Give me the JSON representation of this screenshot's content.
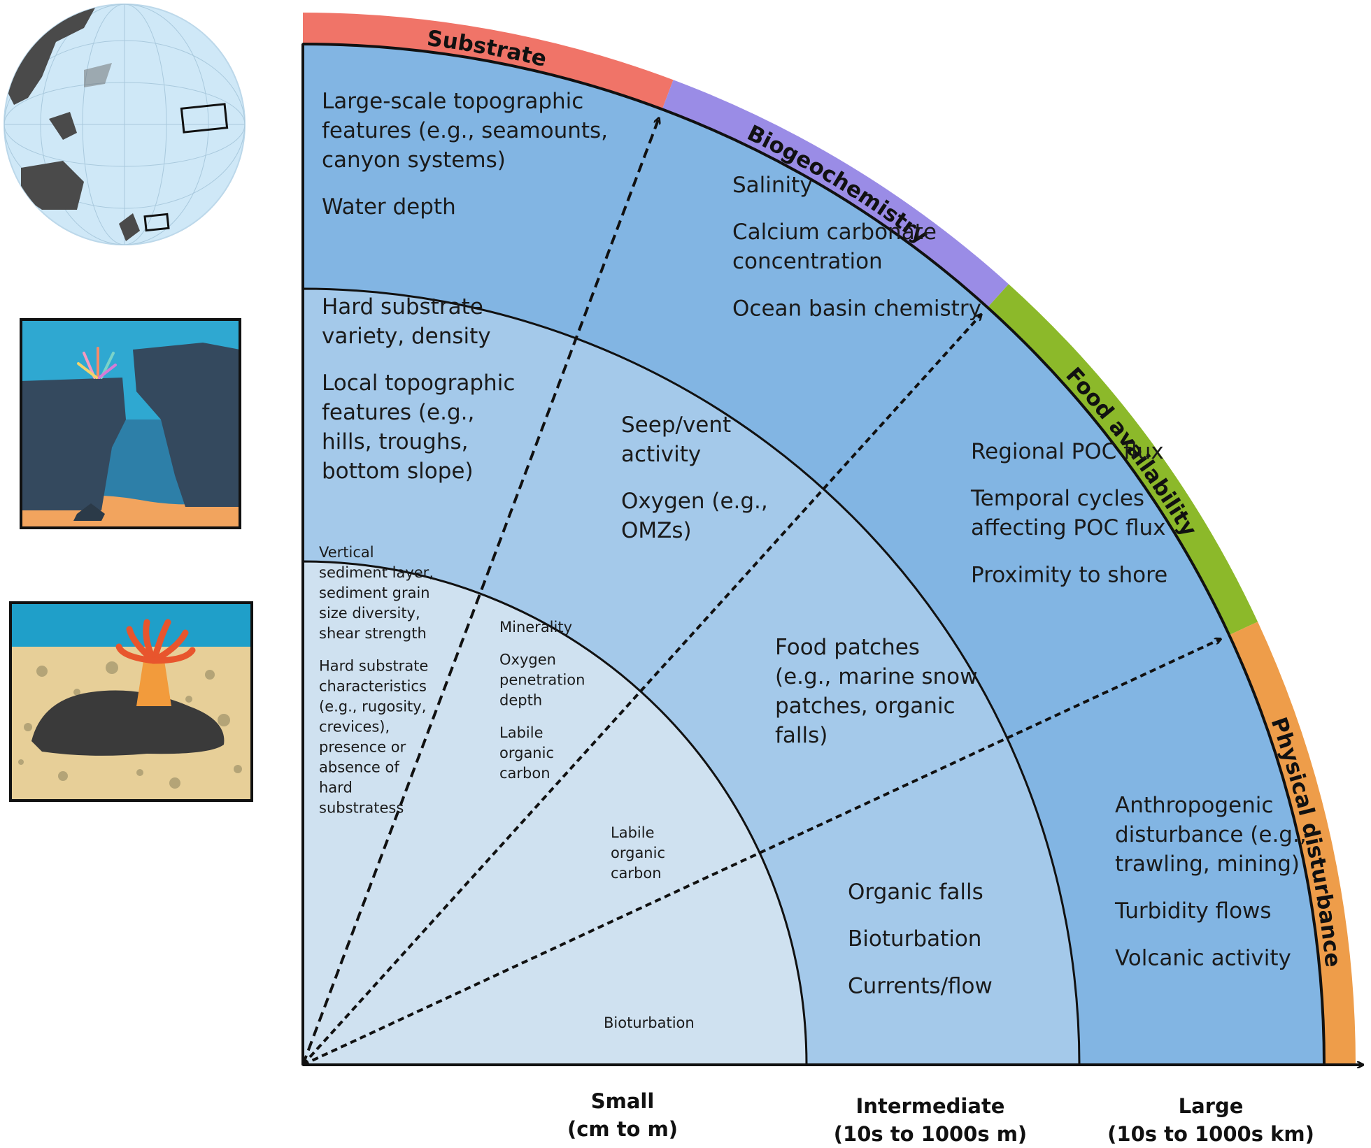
{
  "colors": {
    "large_band": "#82b5e3",
    "mid_band": "#a4c9ea",
    "small_band": "#cfe1f0",
    "substrate": "#f07468",
    "biogeochemistry": "#9a8ce6",
    "food_availability": "#8cb92a",
    "physical_disturbance": "#ee9d4a"
  },
  "bands": {
    "substrate": "Substrate",
    "biogeochemistry": "Biogeochemistry",
    "food": "Food availability",
    "physical": "Physical disturbance"
  },
  "axis": {
    "small": [
      "Small",
      "(cm to m)"
    ],
    "intermediate": [
      "Intermediate",
      "(10s to 1000s m)"
    ],
    "large": [
      "Large",
      "(10s to 1000s km)"
    ]
  },
  "cells": {
    "large_substrate": [
      "Large-scale topographic",
      "features (e.g., seamounts,",
      "canyon systems)",
      "",
      "Water depth"
    ],
    "large_biogeo": [
      "Salinity",
      "",
      "Calcium carbonate",
      "concentration",
      "",
      "Ocean basin chemistry"
    ],
    "large_food": [
      "Regional POC flux",
      "",
      "Temporal cycles",
      "affecting POC flux",
      "",
      "Proximity to shore"
    ],
    "large_phys": [
      "Anthropogenic",
      "disturbance (e.g.,",
      "trawling, mining)",
      "",
      "Turbidity flows",
      "",
      "Volcanic activity"
    ],
    "mid_substrate": [
      "Hard substrate",
      "variety, density",
      "",
      "Local topographic",
      "features (e.g.,",
      "hills, troughs,",
      "bottom slope)"
    ],
    "mid_biogeo": [
      "Seep/vent",
      "activity",
      "",
      "Oxygen (e.g.,",
      "OMZs)"
    ],
    "mid_food": [
      "Food patches",
      "(e.g., marine snow",
      "patches, organic",
      "falls)"
    ],
    "mid_phys": [
      "Organic falls",
      "",
      "Bioturbation",
      "",
      "Currents/flow"
    ],
    "small_substrate": [
      "Vertical",
      "sediment layer,",
      "sediment grain",
      "size diversity,",
      "shear strength",
      "",
      "Hard substrate",
      "characteristics",
      "(e.g., rugosity,",
      "crevices),",
      "presence or",
      "absence of",
      "hard",
      "substratess"
    ],
    "small_biogeo": [
      "Minerality",
      "",
      "Oxygen",
      "penetration",
      "depth",
      "",
      "Labile",
      "organic",
      "carbon"
    ],
    "small_food": [
      "Labile",
      "organic",
      "carbon"
    ],
    "small_phys": [
      "Bioturbation"
    ]
  }
}
